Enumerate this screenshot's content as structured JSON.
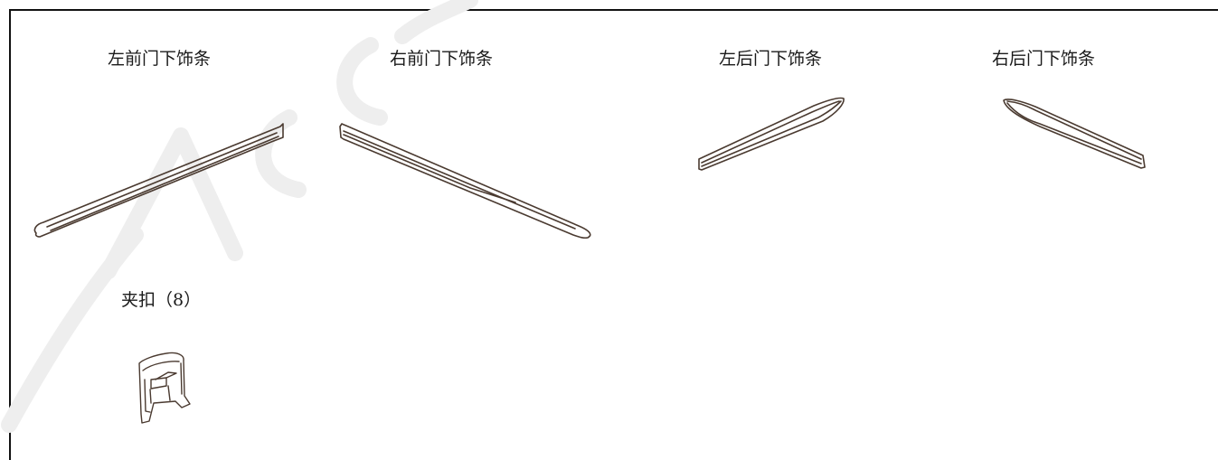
{
  "parts": {
    "left_front": {
      "label": "左前门下饰条"
    },
    "right_front": {
      "label": "右前门下饰条"
    },
    "left_rear": {
      "label": "左后门下饰条"
    },
    "right_rear": {
      "label": "右后门下饰条"
    },
    "clip": {
      "label": "夹扣（8）"
    }
  },
  "colors": {
    "outline": "#4a3a30",
    "frame": "#111111",
    "watermark": "#eeeeee"
  }
}
